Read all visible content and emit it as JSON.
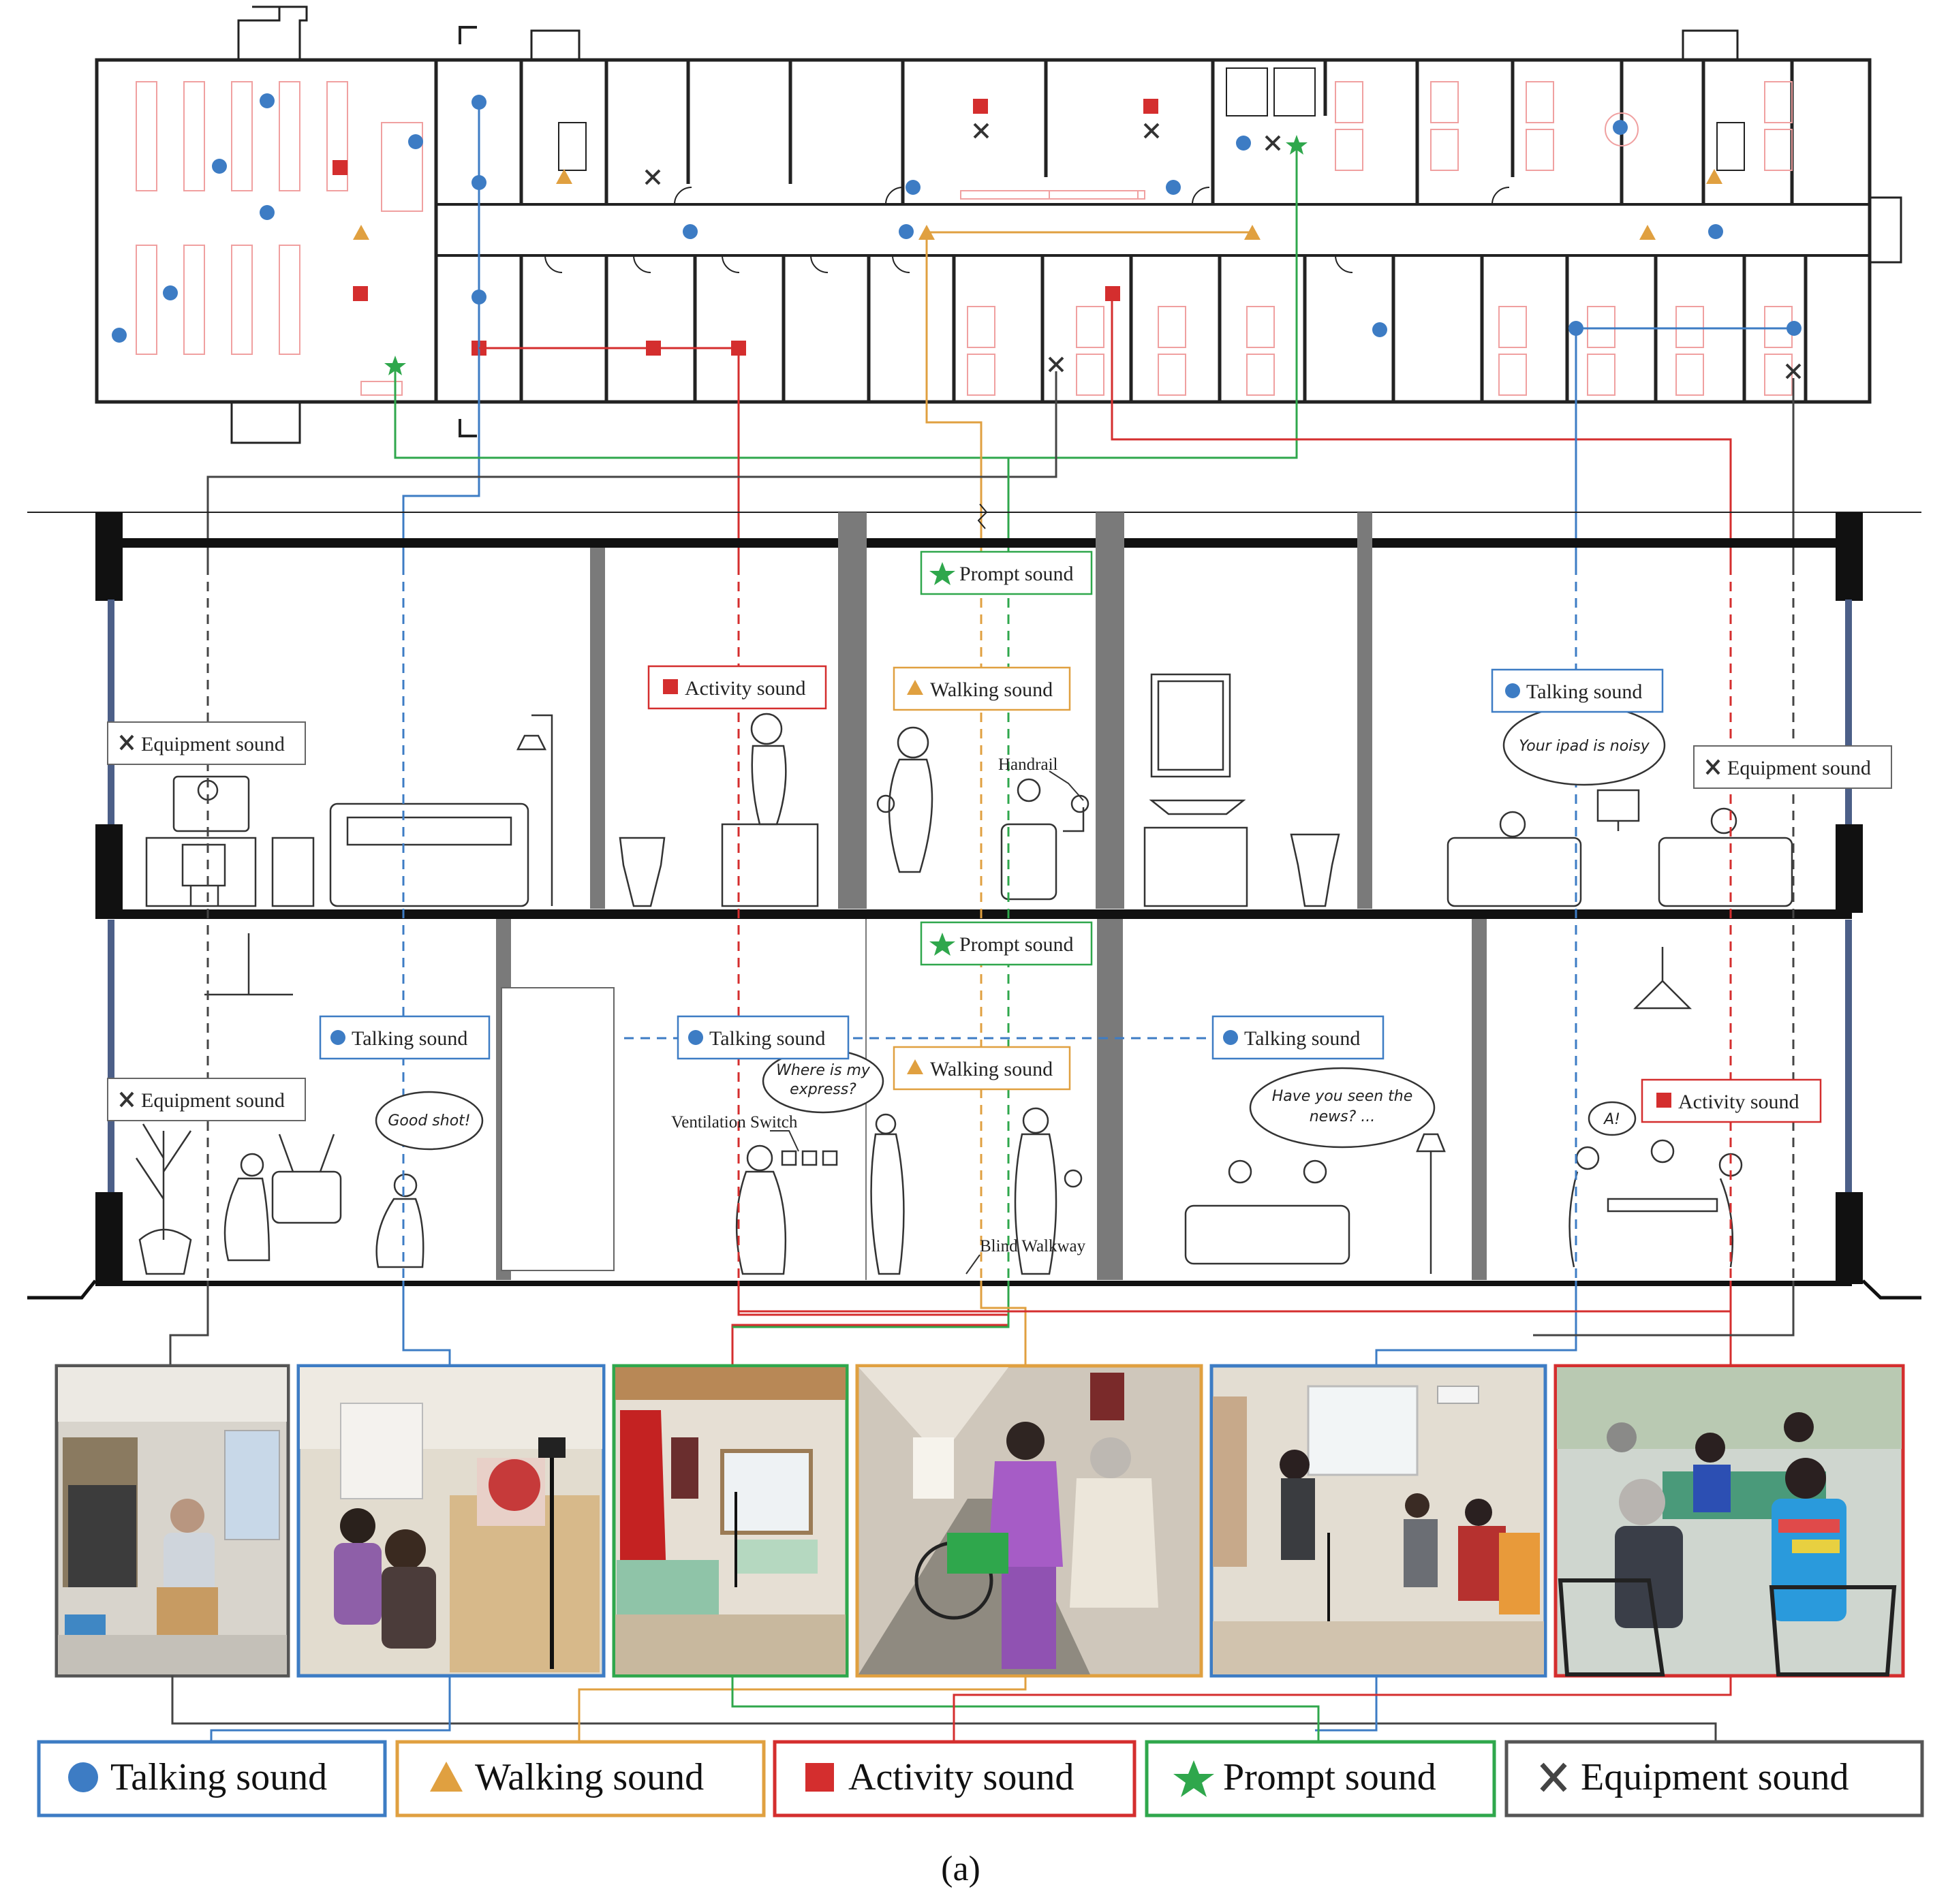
{
  "colors": {
    "talking": "#3d7cc4",
    "walking": "#e0a040",
    "activity": "#d42e2e",
    "prompt": "#2fa74c",
    "equipment": "#555555",
    "wall": "#222222",
    "pillar": "#7a7a7a",
    "furniture": "#f0a0a0"
  },
  "section_labels": {
    "upper_equipment": "Equipment sound",
    "upper_activity": "Activity sound",
    "upper_prompt": "Prompt sound",
    "upper_walking": "Walking sound",
    "upper_talking": "Talking sound",
    "upper_equipment_right": "Equipment sound",
    "lower_talking_left": "Talking sound",
    "lower_equipment": "Equipment sound",
    "lower_talking_mid": "Talking sound",
    "lower_prompt": "Prompt sound",
    "lower_walking": "Walking sound",
    "lower_talking_right": "Talking sound",
    "lower_activity": "Activity sound"
  },
  "annotations": {
    "handrail": "Handrail",
    "ventilation": "Ventilation  Switch",
    "blind_walkway": "Blind Walkway"
  },
  "speech": {
    "ipad": "Your ipad is noisy",
    "good_shot": "Good shot!",
    "express_1": "Where is my",
    "express_2": "express?",
    "news_1": "Have you seen the",
    "news_2": "news? ...",
    "ah": "A!"
  },
  "legend": [
    {
      "label": "Talking sound",
      "kind": "talking"
    },
    {
      "label": "Walking sound",
      "kind": "walking"
    },
    {
      "label": "Activity sound",
      "kind": "activity"
    },
    {
      "label": "Prompt sound",
      "kind": "prompt"
    },
    {
      "label": "Equipment sound",
      "kind": "equipment"
    }
  ],
  "caption": "(a)"
}
